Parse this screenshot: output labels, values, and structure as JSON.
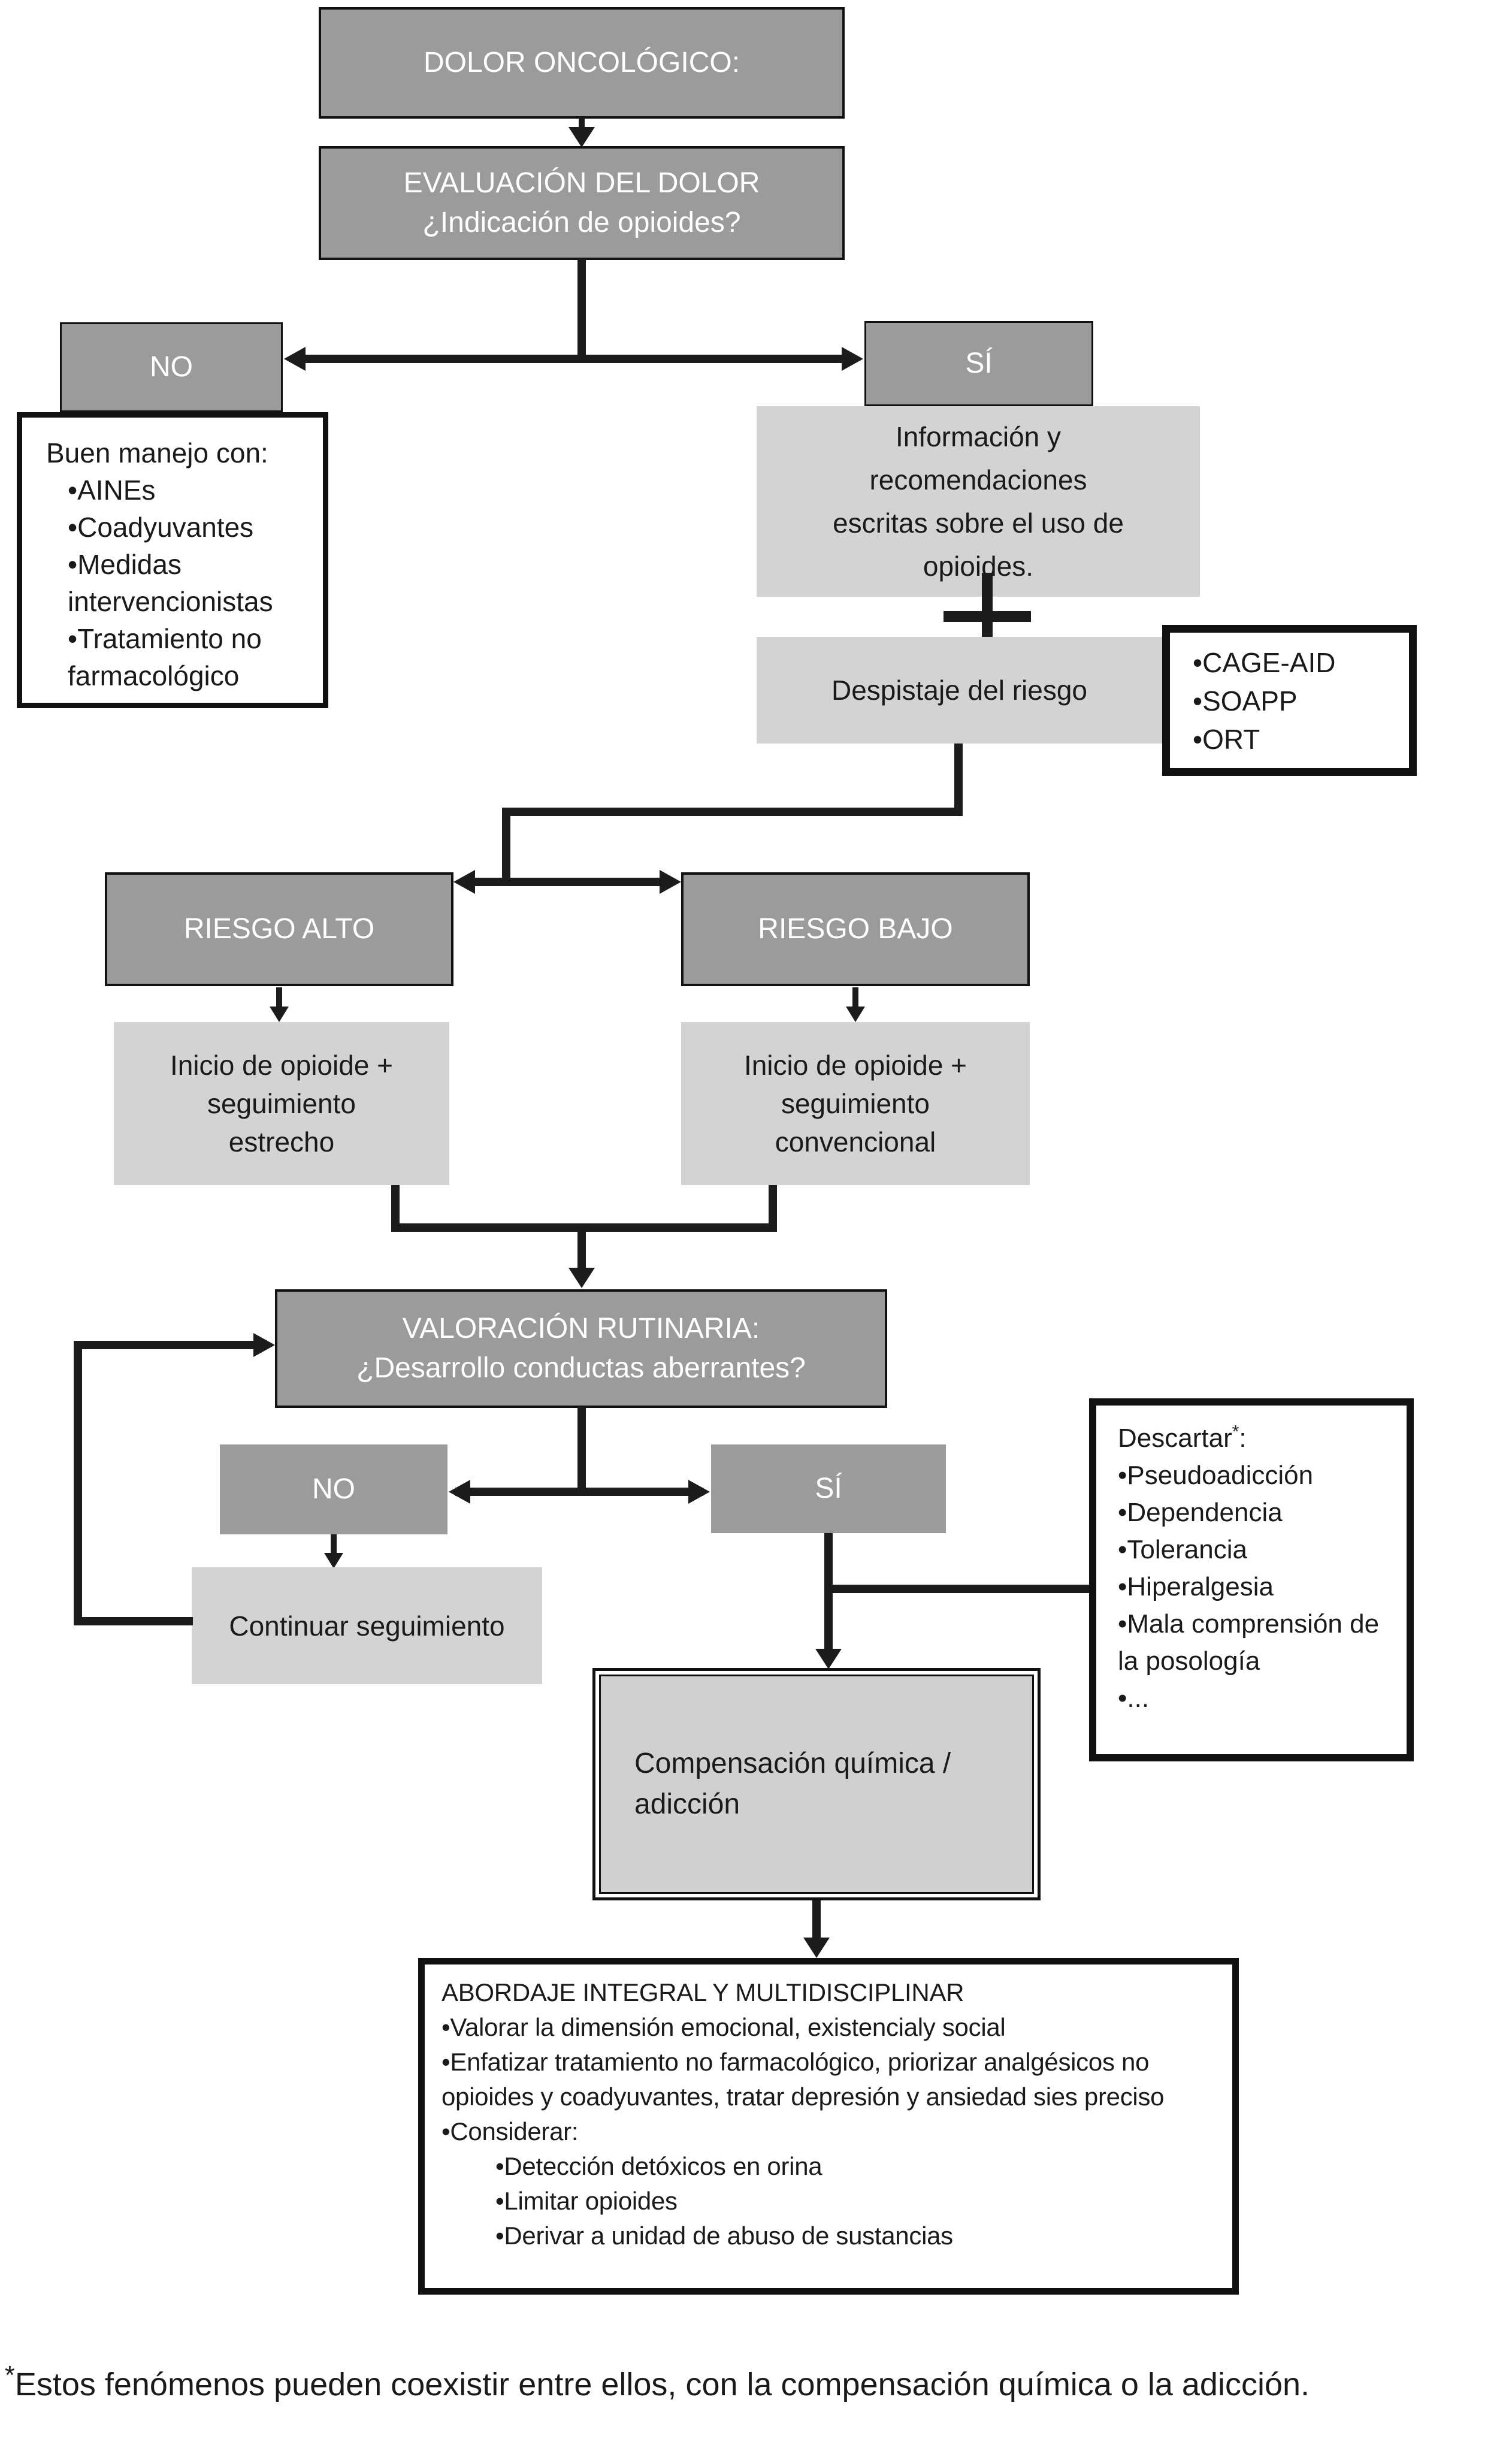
{
  "colors": {
    "dark-box": "#9b9b9b",
    "light-box": "#d3d3d3",
    "comp-box": "#d0d0d0",
    "line": "#1c1c1c",
    "box-border": "#111111"
  },
  "nodes": {
    "dolor": {
      "label": "DOLOR ONCOLÓGICO:"
    },
    "evaluacion": {
      "line1": "EVALUACIÓN DEL DOLOR",
      "line2": "¿Indicación de opioides?"
    },
    "no1": {
      "label": "NO"
    },
    "si1": {
      "label": "SÍ"
    },
    "buen_manejo": {
      "title": "Buen manejo con:",
      "items": [
        "•AINEs",
        "•Coadyuvantes",
        "•Medidas intervencionistas",
        "•Tratamiento no farmacológico"
      ]
    },
    "informacion": {
      "lines": [
        "Información y",
        "recomendaciones",
        "escritas sobre el uso de",
        "opioides."
      ]
    },
    "plus": {
      "symbol": "+"
    },
    "despistaje": {
      "label": "Despistaje del riesgo"
    },
    "herramientas": {
      "items": [
        "•CAGE-AID",
        "•SOAPP",
        "•ORT"
      ]
    },
    "riesgo_alto": {
      "label": "RIESGO ALTO"
    },
    "riesgo_bajo": {
      "label": "RIESGO BAJO"
    },
    "inicio_estrecho": {
      "lines": [
        "Inicio de opioide +",
        "seguimiento",
        "estrecho"
      ]
    },
    "inicio_convencional": {
      "lines": [
        "Inicio de opioide +",
        "seguimiento",
        "convencional"
      ]
    },
    "valoracion": {
      "line1": "VALORACIÓN RUTINARIA:",
      "line2": "¿Desarrollo conductas aberrantes?"
    },
    "no2": {
      "label": "NO"
    },
    "si2": {
      "label": "SÍ"
    },
    "continuar": {
      "label": "Continuar seguimiento"
    },
    "compensacion": {
      "lines": [
        "Compensación química /",
        "adicción"
      ]
    },
    "descartar": {
      "title": "Descartar",
      "asterisk": "*",
      "colon": ":",
      "items": [
        "•Pseudoadicción",
        "•Dependencia",
        "•Tolerancia",
        "•Hiperalgesia",
        "•Mala comprensión de la posología",
        "•..."
      ]
    },
    "abordaje": {
      "title": "ABORDAJE INTEGRAL Y MULTIDISCIPLINAR",
      "items": [
        "•Valorar la dimensión emocional, existencialy social",
        "•Enfatizar tratamiento no farmacológico, priorizar analgésicos no opioides y coadyuvantes, tratar depresión y ansiedad sies preciso",
        "•Considerar:"
      ],
      "subitems": [
        "•Detección detóxicos en orina",
        "•Limitar opioides",
        "•Derivar a unidad de abuso de sustancias"
      ]
    }
  },
  "footnote": {
    "asterisk": "*",
    "text": "Estos fenómenos pueden coexistir entre ellos, con la compensación química o la adicción."
  }
}
